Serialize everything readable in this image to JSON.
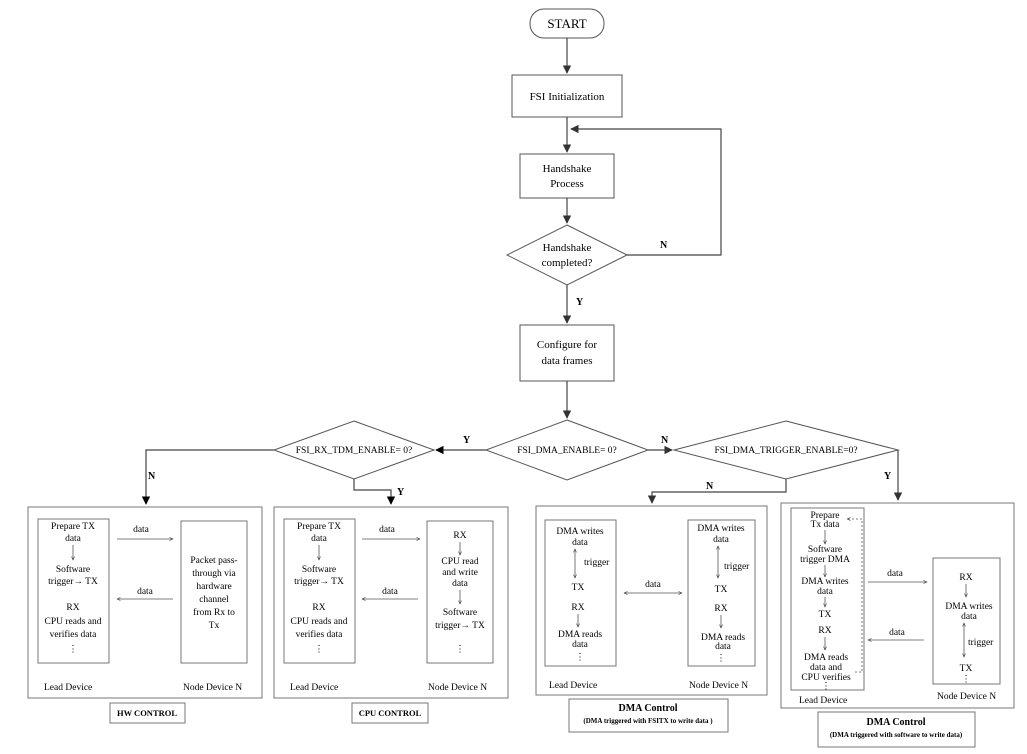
{
  "flow": {
    "start": "START",
    "init": "FSI Initialization",
    "handshake": [
      "Handshake",
      "Process"
    ],
    "handshake_q": [
      "Handshake",
      "completed?"
    ],
    "config": [
      "Configure for",
      "data frames"
    ],
    "dma_q": "FSI_DMA_ENABLE= 0?",
    "tdm_q": "FSI_RX_TDM_ENABLE= 0?",
    "trig_q": "FSI_DMA_TRIGGER_ENABLE=0?",
    "yes": "Y",
    "no": "N"
  },
  "hw": {
    "lead": [
      "Prepare TX",
      "data",
      "Software",
      "trigger→ TX",
      "RX",
      "CPU reads and",
      "verifies data",
      "⋮"
    ],
    "node": [
      "Packet pass-",
      "through via",
      "hardware",
      "channel",
      "from Rx  to",
      "Tx"
    ],
    "data": "data",
    "lead_label": "Lead Device",
    "node_label": "Node Device N",
    "title": "HW CONTROL"
  },
  "cpu": {
    "lead": [
      "Prepare TX",
      "data",
      "Software",
      "trigger→ TX",
      "RX",
      "CPU reads and",
      "verifies data",
      "⋮"
    ],
    "node": [
      "RX",
      "CPU read",
      "and write",
      "data",
      "Software",
      "trigger→ TX",
      "⋮"
    ],
    "data": "data",
    "lead_label": "Lead Device",
    "node_label": "Node Device N",
    "title": "CPU CONTROL"
  },
  "dma1": {
    "lead": [
      "DMA writes",
      "data",
      "trigger",
      "TX",
      "RX",
      "DMA reads",
      "data",
      "⋮"
    ],
    "node": [
      "DMA writes",
      "data",
      "trigger",
      "TX",
      "RX",
      "DMA reads",
      "data",
      "⋮"
    ],
    "data": "data",
    "lead_label": "Lead Device",
    "node_label": "Node Device N",
    "title": "DMA Control",
    "subtitle": "(DMA triggered with FSITX to write data )"
  },
  "dma2": {
    "lead": [
      "Prepare",
      "Tx data",
      "Software",
      "trigger DMA",
      "DMA writes",
      "data",
      "TX",
      "RX",
      "DMA reads",
      "data and",
      "CPU verifies",
      "⋮"
    ],
    "node": [
      "RX",
      "DMA writes",
      "data",
      "trigger",
      "TX",
      "⋮"
    ],
    "data": "data",
    "lead_label": "Lead Device",
    "node_label": "Node Device N",
    "title": "DMA Control",
    "subtitle": "(DMA triggered with software to write data)"
  }
}
